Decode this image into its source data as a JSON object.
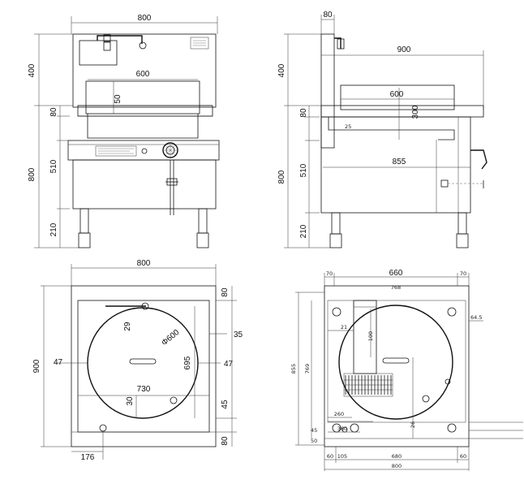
{
  "front_view": {
    "dims": {
      "width_total": "800",
      "height_top": "400",
      "height_80": "80",
      "height_800": "800",
      "height_510": "510",
      "height_210": "210",
      "pan_width": "600",
      "pan_depth": "50"
    }
  },
  "side_view": {
    "dims": {
      "back_width": "80",
      "length_900": "900",
      "height_top": "400",
      "height_80": "80",
      "height_800": "800",
      "height_510": "510",
      "height_210": "210",
      "pan_width": "600",
      "pan_depth": "300",
      "small_25": "25",
      "length_855": "855"
    }
  },
  "top_view": {
    "dims": {
      "width_800": "800",
      "depth_900": "900",
      "top_80": "80",
      "offset_29": "29",
      "diameter": "Φ600",
      "gap_35": "35",
      "left_47": "47",
      "right_47": "47",
      "height_695": "695",
      "width_730": "730",
      "bottom_30": "30",
      "gap_45": "45",
      "bottom_80": "80",
      "left_176": "176"
    }
  },
  "bottom_view": {
    "dims": {
      "left_70": "70",
      "width_660": "660",
      "right_70": "70",
      "inner_768": "768",
      "inner_depth_855": "855",
      "inner_depth_769": "769",
      "right_645": "64.5",
      "small_21": "21",
      "d_260": "260",
      "d_360": "360",
      "left_60": "60",
      "width_680": "680",
      "right_60": "60",
      "total_800": "800",
      "small_45": "45",
      "small_50": "50",
      "depth_26": "26",
      "depth_105": "105",
      "inner_100": "100"
    }
  }
}
